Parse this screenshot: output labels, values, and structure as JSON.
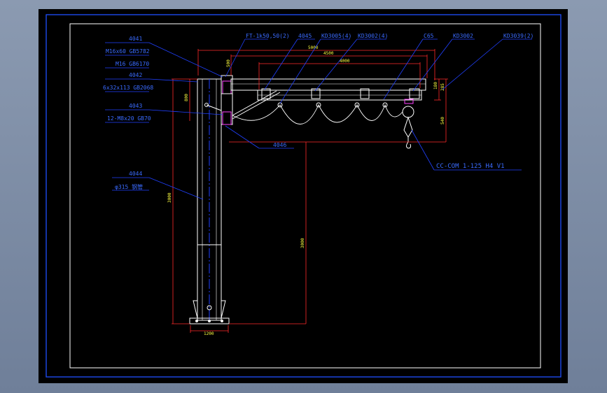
{
  "colors": {
    "background": "#000000",
    "frame": "#1f4fff",
    "structure": "#ffffff",
    "dimension": "#ff2a2a",
    "leader": "#2040ff",
    "label": "#3a6bff",
    "yellow": "#ffff40",
    "magenta": "#ff40ff",
    "green": "#40ff40"
  },
  "labels": {
    "part_4041": "4041",
    "bolt_m16": "M16x60 GB5782",
    "washer_m16": "M16 GB6170",
    "part_4042": "4042",
    "pin_6x32": "6x32x113 GB2068",
    "part_4043": "4043",
    "screw_m8": "12-M8x20 GB70",
    "part_4044": "4044",
    "column_desc": "φ315 钢管",
    "part_4046": "4046",
    "part_ft": "FT-1k50,50(2)",
    "part_4045": "4045",
    "part_kd1": "KD3005(4)",
    "part_kd2": "KD3002(4)",
    "part_c65": "C65",
    "part_kd3": "KD3002",
    "part_kd4": "KD3039(2)",
    "hoist": "CC-COM 1-125 H4 V1"
  },
  "dimensions": {
    "top_overall": "5000",
    "top_inner": "4500",
    "rail_len": "4000",
    "col_total": "3000",
    "hook_height": "3000",
    "col_head": "800",
    "base_width": "1200",
    "beam_h1": "180",
    "beam_h2": "285",
    "hoist_h": "540",
    "right_ext": "500"
  }
}
